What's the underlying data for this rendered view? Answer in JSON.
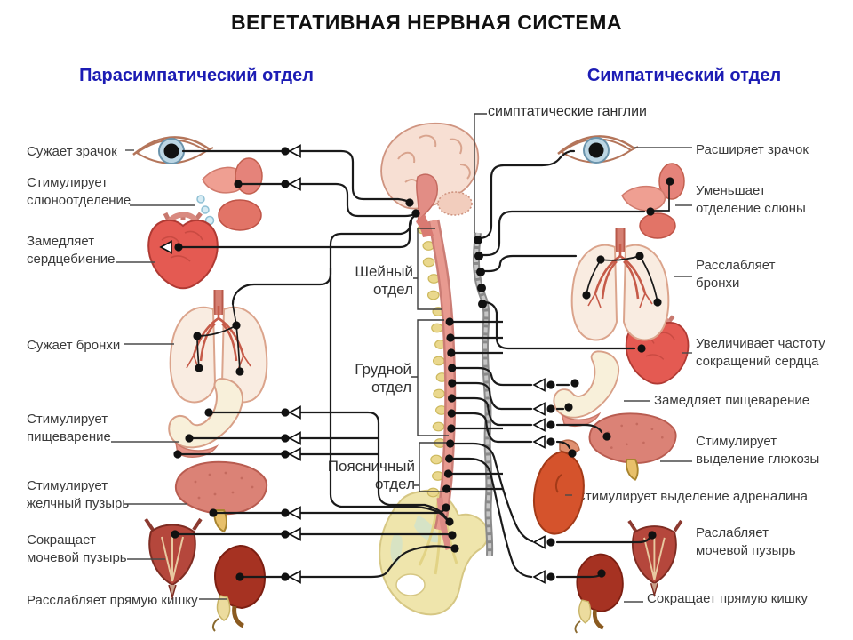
{
  "title": "ВЕГЕТАТИВНАЯ НЕРВНАЯ СИСТЕМА",
  "sections": {
    "left": "Парасимпатический отдел",
    "right": "Симпатический отдел"
  },
  "center": {
    "ganglia_label": "симптатические ганглии",
    "regions": [
      {
        "lines": [
          "Шейный",
          "отдел"
        ]
      },
      {
        "lines": [
          "Грудной",
          "отдел"
        ]
      },
      {
        "lines": [
          "Поясничный",
          "отдел"
        ]
      }
    ]
  },
  "left_effects": [
    {
      "lines": [
        "Сужает зрачок",
        ""
      ]
    },
    {
      "lines": [
        "Стимулирует",
        "слюноотделение"
      ]
    },
    {
      "lines": [
        "Замедляет",
        "сердцебиение"
      ]
    },
    {
      "lines": [
        "Сужает бронхи",
        ""
      ]
    },
    {
      "lines": [
        "Стимулирует",
        "пищеварение"
      ]
    },
    {
      "lines": [
        "Стимулирует",
        "желчный пузырь"
      ]
    },
    {
      "lines": [
        "Сокращает",
        "мочевой пузырь"
      ]
    },
    {
      "lines": [
        "Расслабляет прямую кишку",
        ""
      ]
    }
  ],
  "right_effects": [
    {
      "lines": [
        "Расширяет зрачок",
        ""
      ]
    },
    {
      "lines": [
        "Уменьшает",
        "отделение слюны"
      ]
    },
    {
      "lines": [
        "Расслабляет",
        "бронхи"
      ]
    },
    {
      "lines": [
        "Увеличивает частоту",
        "сокращений сердца"
      ]
    },
    {
      "lines": [
        "Замедляет пищеварение",
        ""
      ]
    },
    {
      "lines": [
        "Стимулирует",
        "выделение глюкозы"
      ]
    },
    {
      "lines": [
        "Стимулирует выделение адреналина",
        ""
      ]
    },
    {
      "lines": [
        "Раслабляет",
        "мочевой пузырь"
      ]
    },
    {
      "lines": [
        "Сокращает прямую кишку",
        ""
      ]
    }
  ],
  "organs": {
    "left": [
      "eye",
      "salivary-glands",
      "heart",
      "lungs",
      "stomach",
      "liver-gallbladder",
      "bladder",
      "rectum"
    ],
    "right": [
      "eye",
      "salivary-glands",
      "lungs",
      "heart",
      "stomach",
      "liver",
      "kidney-adrenal",
      "bladder",
      "rectum"
    ],
    "center": [
      "brain",
      "spinal-cord",
      "vertebral-column",
      "sympathetic-trunk",
      "sacrum"
    ]
  },
  "colors": {
    "heading_blue": "#1c1cb4",
    "title_black": "#111111",
    "label_gray": "#3a3a3a",
    "line_black": "#1a1a1a",
    "organ_red": "#e45a52",
    "lung_pink": "#f9ece1",
    "spine_pink": "#dc8a85",
    "vertebra_yellow": "#ead88d",
    "trunk_gray": "#9b9b9b"
  }
}
